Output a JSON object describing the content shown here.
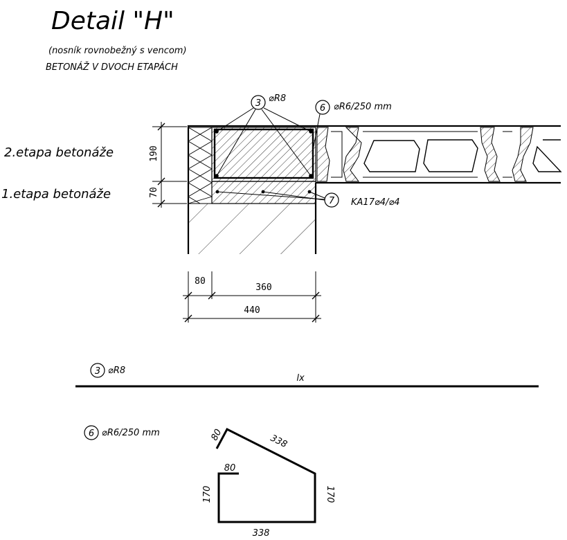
{
  "title": "Detail \"H\"",
  "subtitle": "(nosník rovnobežný s vencom)",
  "subtitle2": "BETONÁŽ V DVOCH ETAPÁCH",
  "stage2_label": "2.etapa betonáže",
  "stage1_label": "1.etapa betonáže",
  "callouts": {
    "c3": {
      "num": "3",
      "text": "⌀R8"
    },
    "c6": {
      "num": "6",
      "text": "⌀R6/250 mm"
    },
    "c7": {
      "num": "7",
      "text": "KA17⌀4/⌀4"
    }
  },
  "dims": {
    "v190": "190",
    "v70": "70",
    "h80": "80",
    "h360": "360",
    "h440": "440"
  },
  "bar3": {
    "num": "3",
    "text": "⌀R8",
    "length_label": "lx"
  },
  "bar6": {
    "num": "6",
    "text": "⌀R6/250 mm",
    "seg_hook_top": "80",
    "seg_slope": "338",
    "seg_hook_inner": "80",
    "seg_left": "170",
    "seg_right": "170",
    "seg_bottom": "338"
  },
  "colors": {
    "ink": "#000000",
    "paper": "#ffffff"
  }
}
